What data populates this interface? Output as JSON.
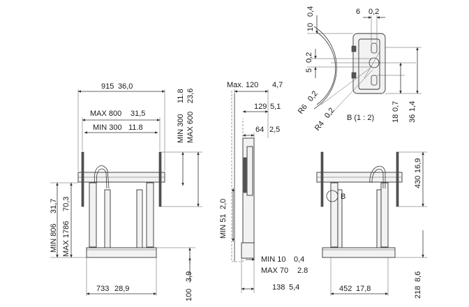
{
  "front_view": {
    "width_total": "915",
    "width_total_in": "36,0",
    "max_hole": "MAX 800",
    "max_hole_in": "31,5",
    "min_hole": "MIN 300",
    "min_hole_in": "11.8",
    "v_min": "MIN 300",
    "v_min_in": "11.8",
    "v_max": "MAX 600",
    "v_max_in": "23,6",
    "height_min": "MIN 806",
    "height_min_in": "31,7",
    "height_max": "MAX 1786",
    "height_max_in": "70,3",
    "base_width": "733",
    "base_width_in": "28,9",
    "base_height": "100",
    "base_height_in": "3,9"
  },
  "side_view": {
    "max_depth": "Max. 120",
    "max_depth_in": "4,7",
    "depth_129": "129",
    "depth_129_in": "5,1",
    "depth_64": "64",
    "depth_64_in": "2,5",
    "min_51": "MIN 51",
    "min_51_in": "2,0",
    "min_10": "MIN 10",
    "min_10_in": "0,4",
    "max_70": "MAX 70",
    "max_70_in": "2.8",
    "base_depth": "138",
    "base_depth_in": "5,4"
  },
  "detail_view": {
    "top_height": "10",
    "top_height_in": "0,4",
    "slot_width": "6",
    "slot_width_in": "0,2",
    "slot_h": "5",
    "slot_h_in": "0,2",
    "r6": "R6",
    "r6_in": "0,2",
    "r4": "R4",
    "r4_in": "0,2",
    "label": "B (1 : 2)",
    "d18": "18",
    "d18_in": "0,7",
    "d36": "36",
    "d36_in": "1,4"
  },
  "rear_view": {
    "height_430": "430",
    "height_430_in": "16,9",
    "detail_marker": "B",
    "width_452": "452",
    "width_452_in": "17,8",
    "height_218": "218",
    "height_218_in": "8,6"
  }
}
